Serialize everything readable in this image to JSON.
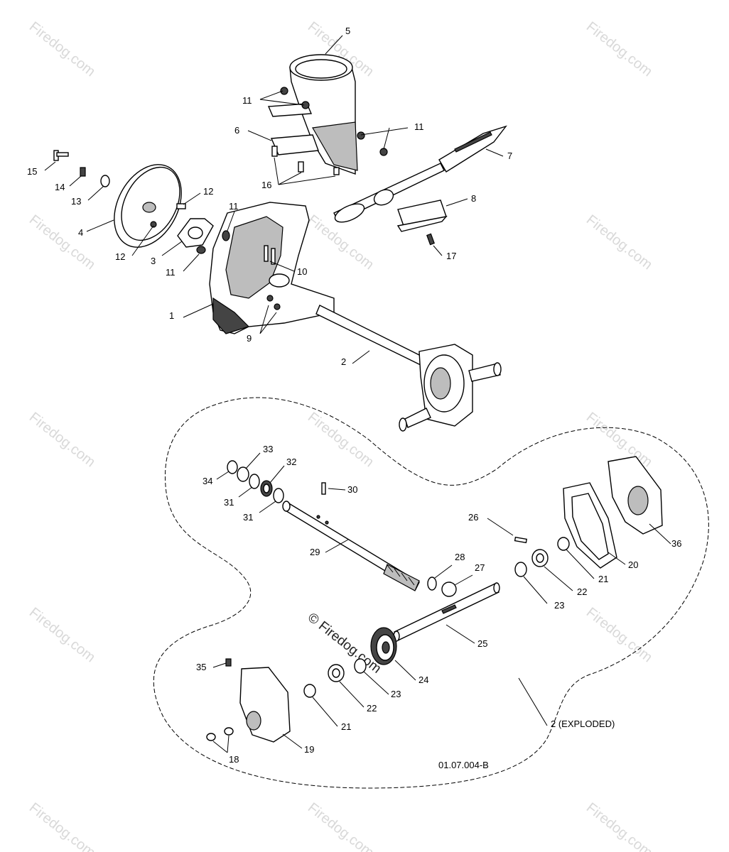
{
  "watermark": {
    "text": "Firedog.com",
    "center_text": "© Firedog.com"
  },
  "drawing_code": "01.07.004-B",
  "exploded_label": "2 (EXPLODED)",
  "callouts": {
    "c1": "1",
    "c2": "2",
    "c3": "3",
    "c4": "4",
    "c5": "5",
    "c6": "6",
    "c7": "7",
    "c8": "8",
    "c9": "9",
    "c10": "10",
    "c11a": "11",
    "c11b": "11",
    "c11c": "11",
    "c11d": "11",
    "c12a": "12",
    "c12b": "12",
    "c13": "13",
    "c14": "14",
    "c15": "15",
    "c16": "16",
    "c17": "17",
    "c18": "18",
    "c19": "19",
    "c20": "20",
    "c21a": "21",
    "c21b": "21",
    "c22a": "22",
    "c22b": "22",
    "c23a": "23",
    "c23b": "23",
    "c24": "24",
    "c25": "25",
    "c26": "26",
    "c27": "27",
    "c28": "28",
    "c29": "29",
    "c30": "30",
    "c31a": "31",
    "c31b": "31",
    "c32": "32",
    "c33": "33",
    "c34": "34",
    "c35": "35",
    "c36": "36"
  }
}
